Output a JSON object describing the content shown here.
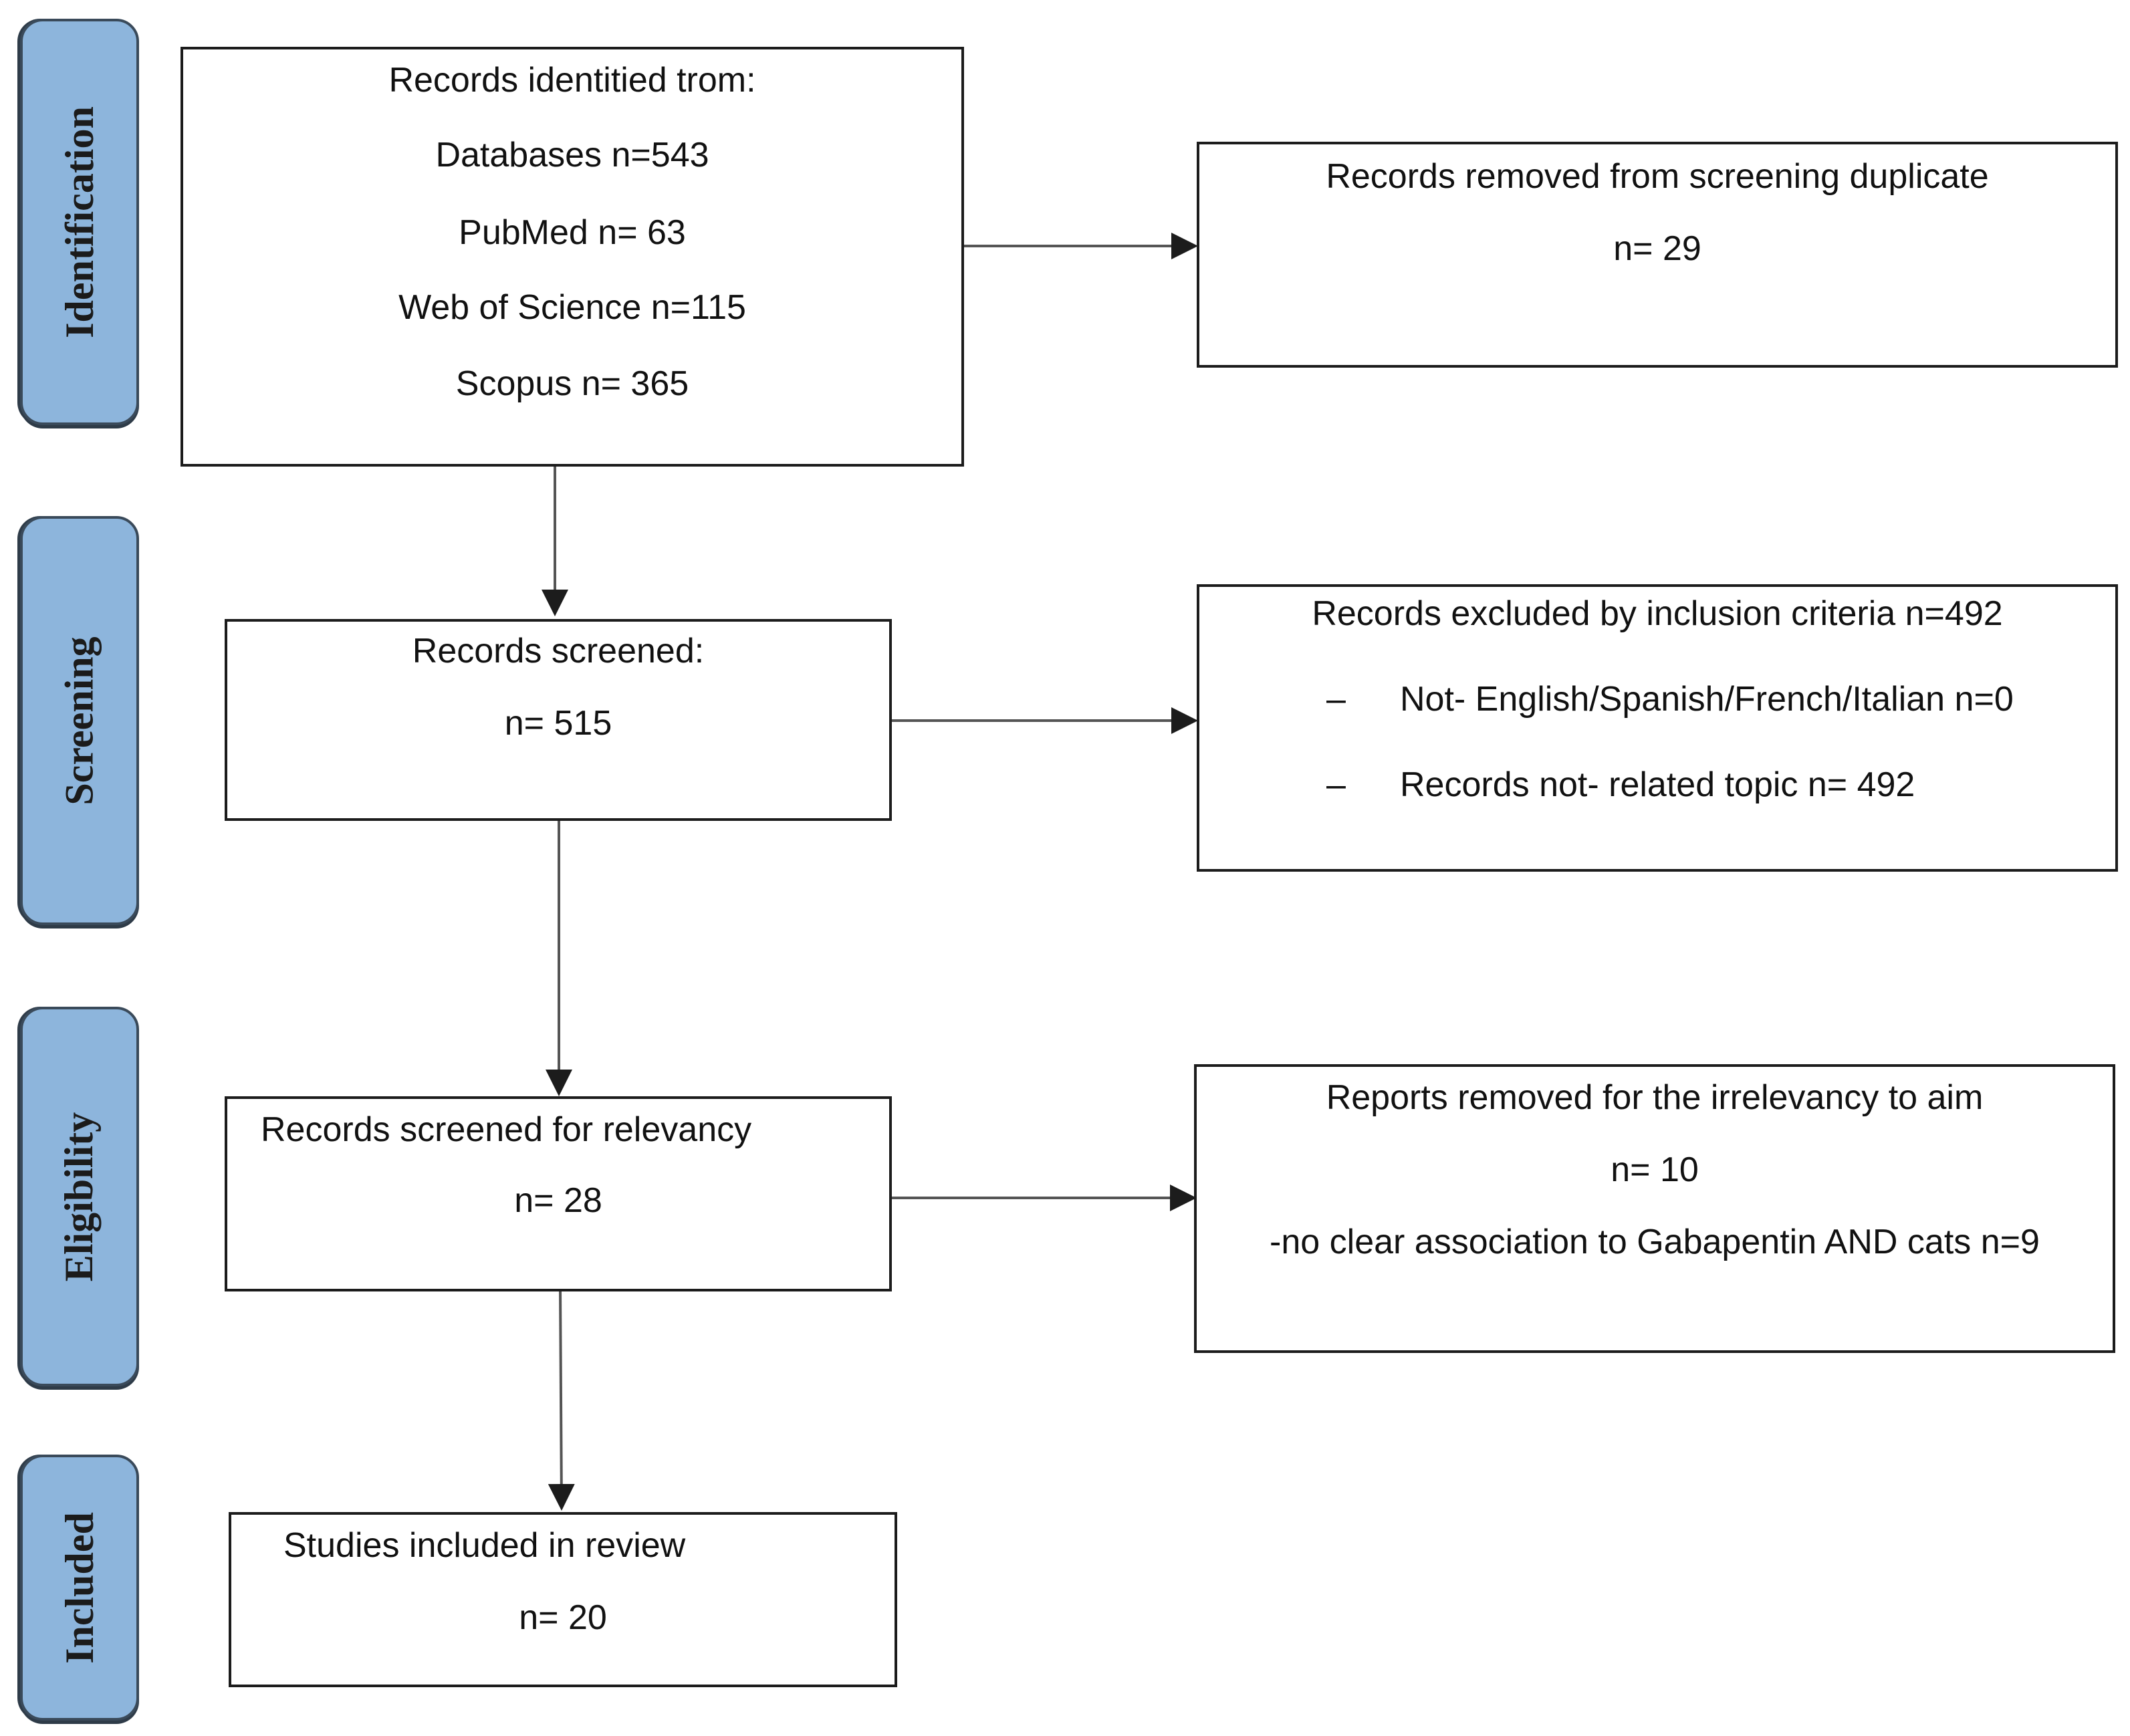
{
  "stages": {
    "identification": "Identification",
    "screening": "Screening",
    "eligibility": "Eligibility",
    "included": "Included"
  },
  "identification_box": {
    "heading": "Records identitied trom:",
    "databases": "Databases  n=543",
    "pubmed": "PubMed n= 63",
    "wos": "Web of Science n=115",
    "scopus": "Scopus n= 365"
  },
  "duplicates_box": {
    "heading": "Records removed from screening duplicate",
    "count": "n= 29"
  },
  "screened_box": {
    "heading": "Records screened:",
    "count": "n= 515"
  },
  "excluded_box": {
    "heading": "Records excluded by inclusion criteria n=492",
    "bullet": "–",
    "item1": "Not- English/Spanish/French/Italian n=0",
    "item2": "Records not- related topic n= 492"
  },
  "relevancy_box": {
    "heading": "Records screened for relevancy",
    "count": "n= 28"
  },
  "irrelevant_box": {
    "heading": "Reports removed for the irrelevancy to aim",
    "count": "n= 10",
    "note": "-no clear association to Gabapentin AND cats n=9"
  },
  "included_box": {
    "heading": "Studies included in review",
    "count": "n= 20"
  }
}
